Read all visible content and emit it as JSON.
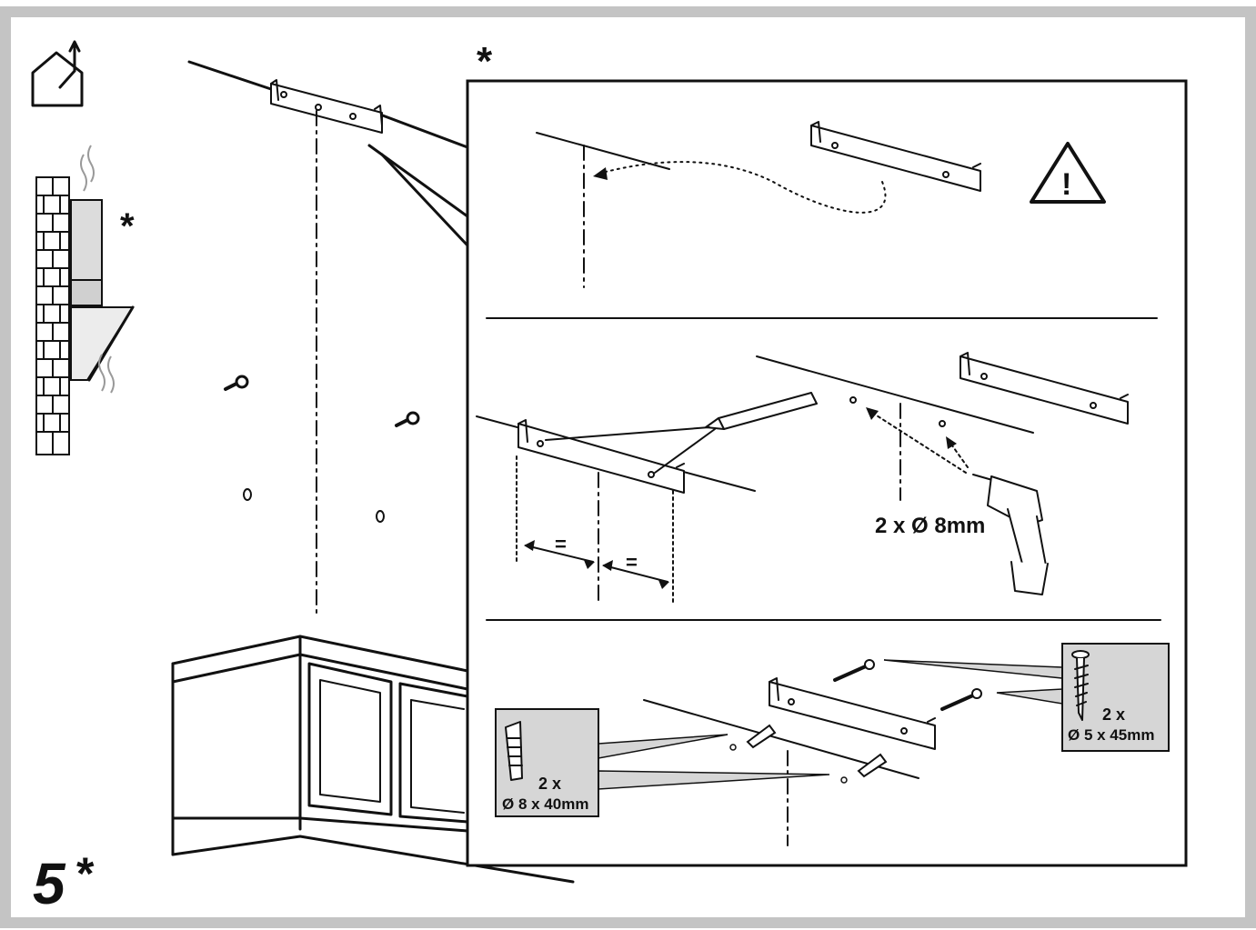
{
  "step": {
    "number": "5",
    "asterisk": "*"
  },
  "markers": {
    "main_asterisk": "*",
    "side_asterisk": "*"
  },
  "icons": {
    "house": "house-exhaust-icon",
    "warning": "warning-triangle-icon",
    "warning_symbol": "!"
  },
  "detail": {
    "step2": {
      "equal_left": "=",
      "equal_right": "=",
      "drill_label": "2 x Ø 8mm"
    },
    "step3": {
      "screw_qty": "2 x",
      "screw_size": "Ø 5 x 45mm",
      "plug_qty": "2 x",
      "plug_size": "Ø 8 x 40mm"
    }
  },
  "colors": {
    "frame": "#c4c4c4",
    "ink": "#111111",
    "callout_fill": "#d6d6d6",
    "hood_fill": "#dcdcdc"
  }
}
